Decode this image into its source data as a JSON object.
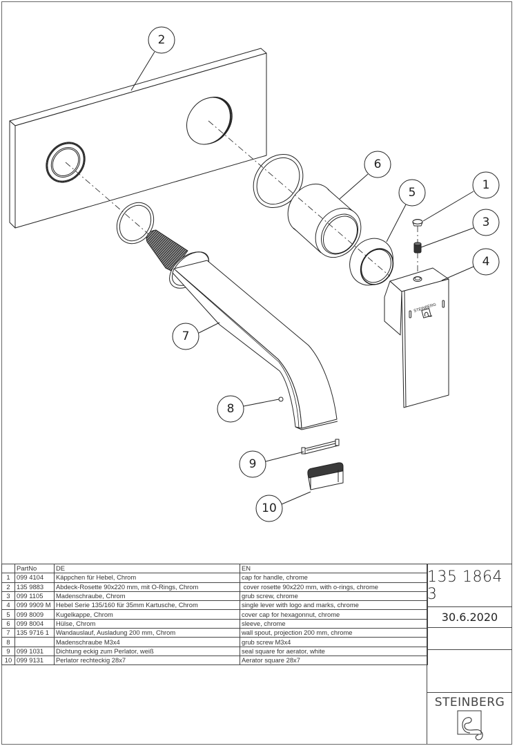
{
  "drawing": {
    "balloons": [
      "1",
      "2",
      "3",
      "4",
      "5",
      "6",
      "7",
      "8",
      "9",
      "10"
    ],
    "handle_logo_text": "STEINBERG"
  },
  "parts_list": {
    "headers": {
      "part_no": "PartNo",
      "de": "DE",
      "en": "EN"
    },
    "rows": [
      {
        "pos": "1",
        "part_no": "099 4104",
        "de": "Käppchen für Hebel, Chrom",
        "en": "cap for handle, chrome"
      },
      {
        "pos": "2",
        "part_no": "135 9883",
        "de": "Abdeck-Rosette 90x220 mm, mit O-Rings, Chrom",
        "en": " cover rosette 90x220 mm, with o-rings, chrome"
      },
      {
        "pos": "3",
        "part_no": "099 1105",
        "de": "Madenschraube, Chrom",
        "en": "grub screw, chrome"
      },
      {
        "pos": "4",
        "part_no": "099 9909 M",
        "de": "Hebel Serie 135/160 für 35mm Kartusche, Chrom",
        "en": "single lever with logo and marks, chrome"
      },
      {
        "pos": "5",
        "part_no": "099 8009",
        "de": "Kugelkappe, Chrom",
        "en": "cover cap for hexagonnut, chrome"
      },
      {
        "pos": "6",
        "part_no": "099 8004",
        "de": "Hülse, Chrom",
        "en": "sleeve, chrome"
      },
      {
        "pos": "7",
        "part_no": "135 9716 1",
        "de": "Wandauslauf, Ausladung 200 mm, Chrom",
        "en": "wall spout, projection 200 mm, chrome"
      },
      {
        "pos": "8",
        "part_no": "",
        "de": "Madenschraube M3x4",
        "en": "grub screw M3x4"
      },
      {
        "pos": "9",
        "part_no": "099 1031",
        "de": "Dichtung eckig zum Perlator, weiß",
        "en": "seal square for aerator, white"
      },
      {
        "pos": "10",
        "part_no": "099 9131",
        "de": "Perlator rechteckig 28x7",
        "en": "Aerator square 28x7"
      }
    ]
  },
  "title_block": {
    "drawing_number": "135 1864 3",
    "date": "30.6.2020",
    "brand": "STEINBERG"
  },
  "colors": {
    "line": "#222222",
    "frame": "#666666",
    "thread": "#777777"
  }
}
